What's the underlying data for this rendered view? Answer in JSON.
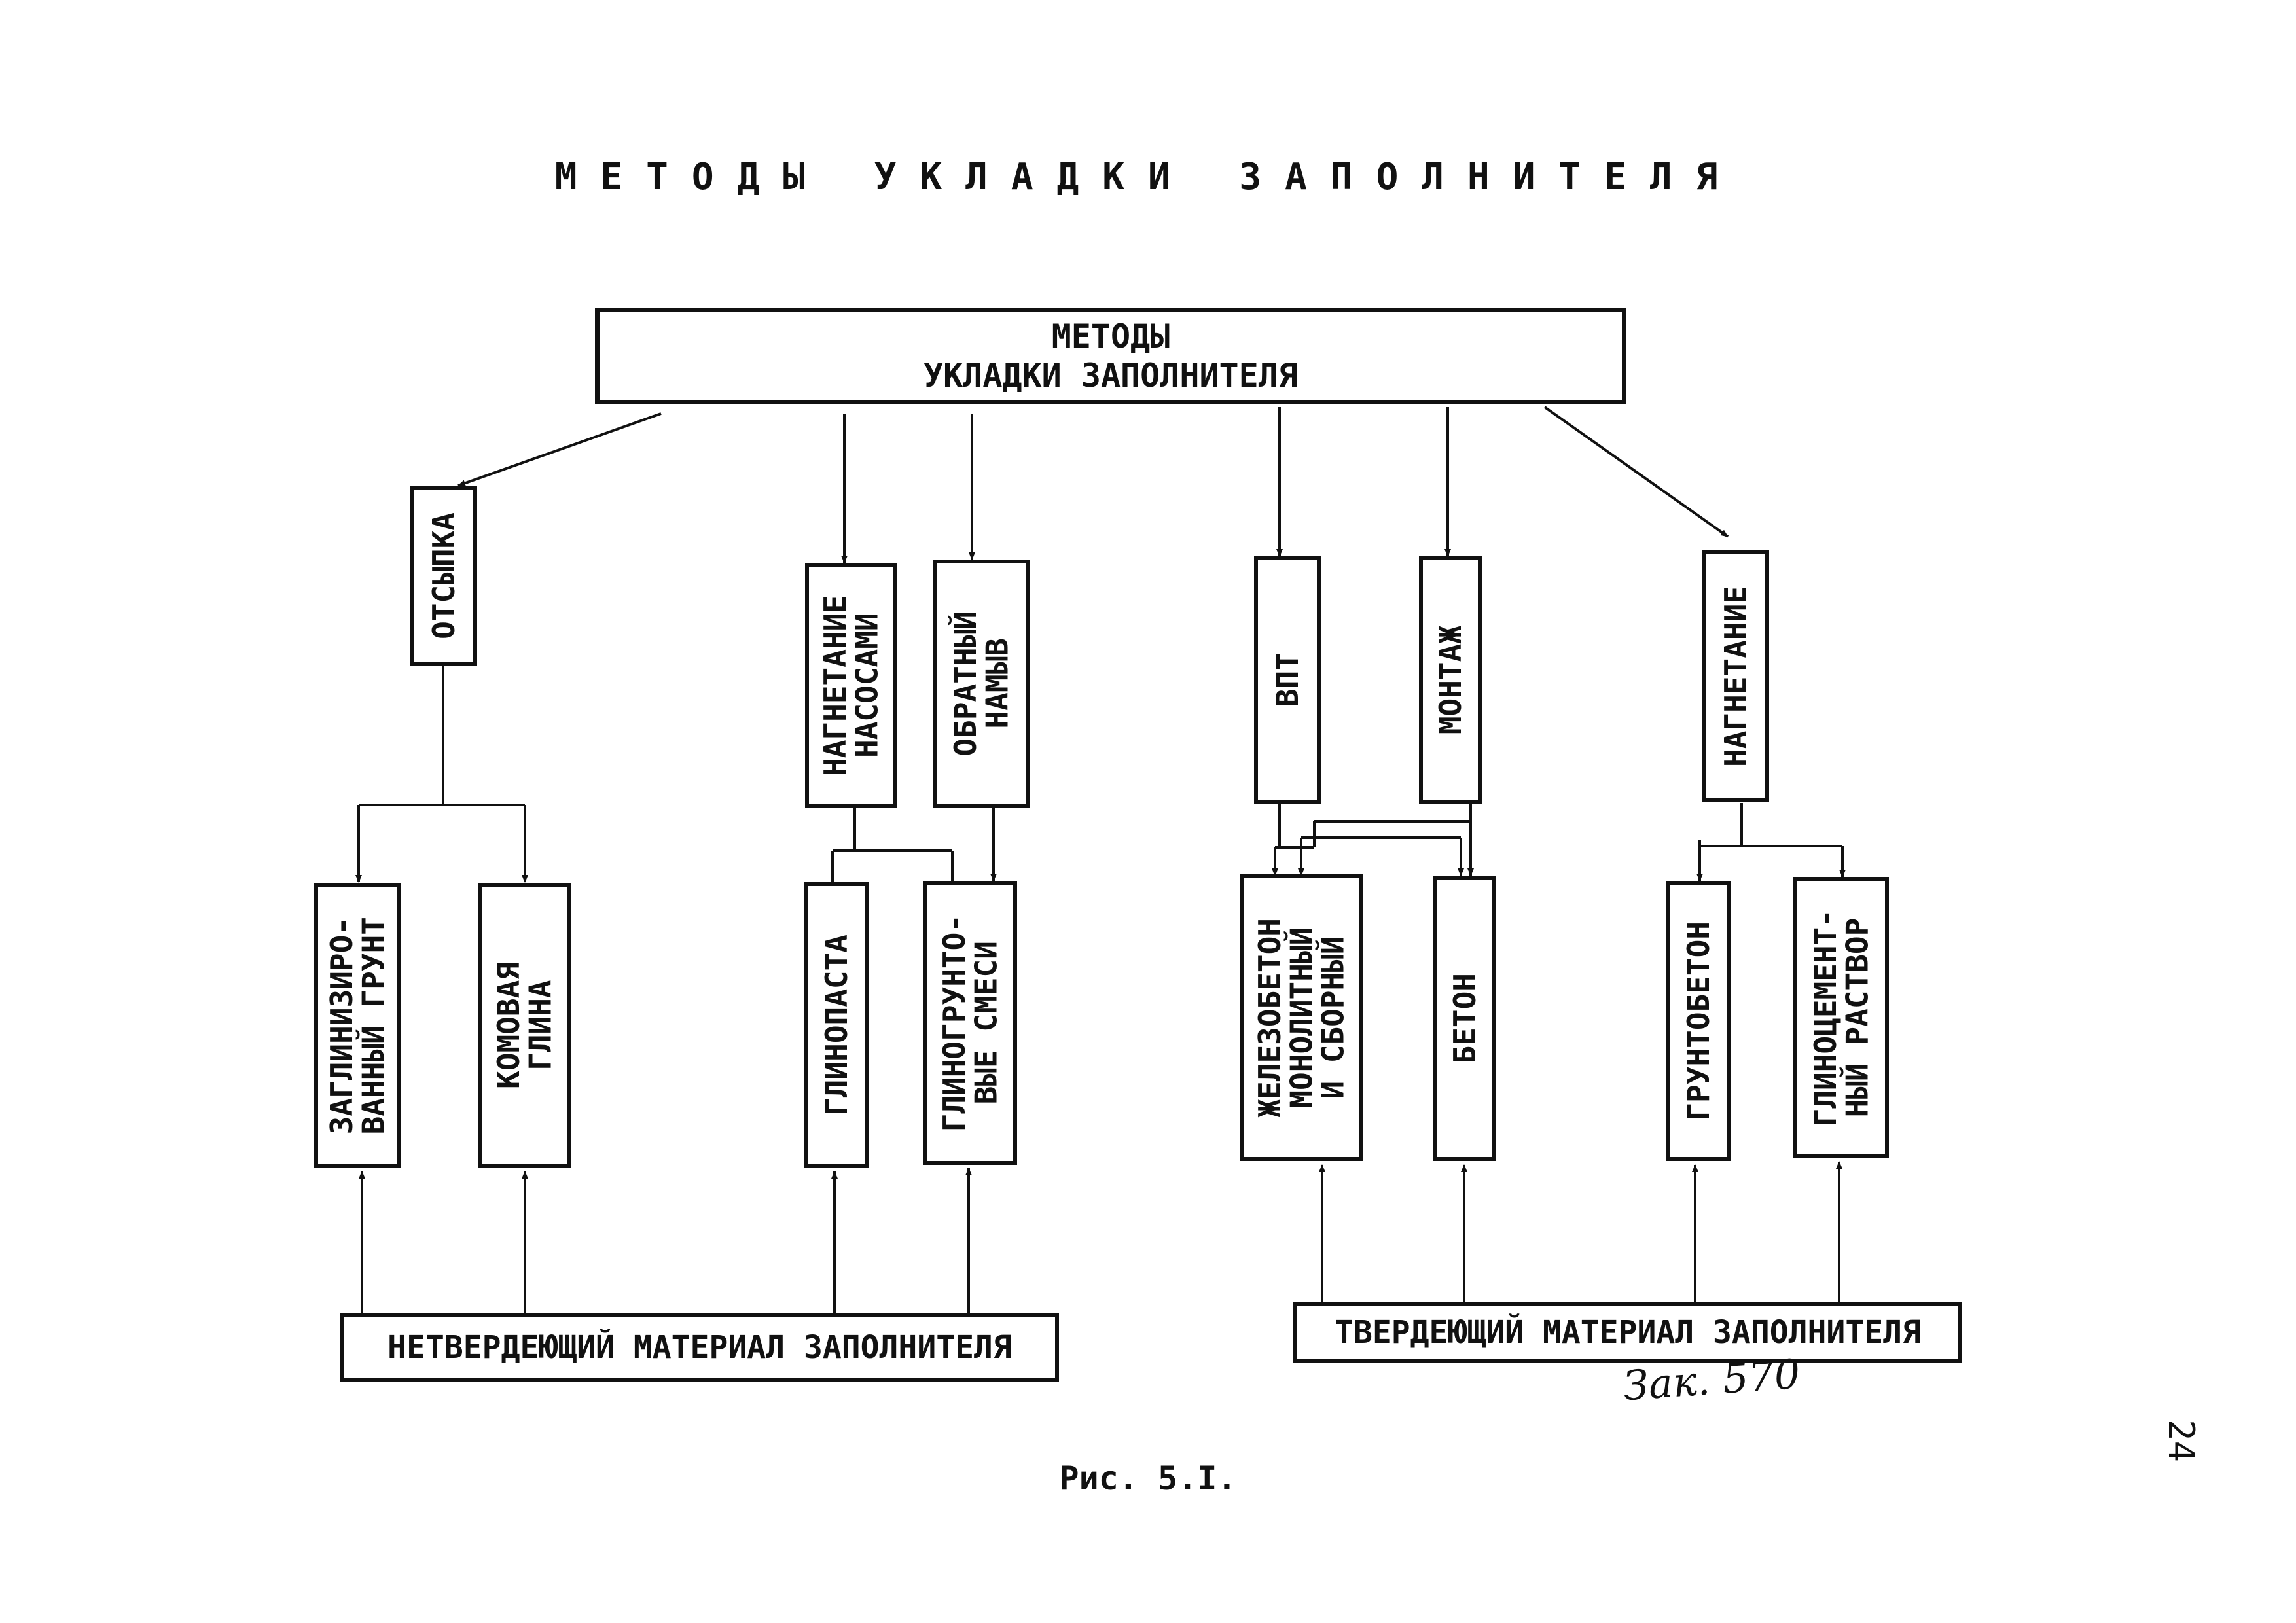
{
  "title": "МЕТОДЫ УКЛАДКИ ЗАПОЛНИТЕЛЯ",
  "root": {
    "line1": "МЕТОДЫ",
    "line2": "УКЛАДКИ ЗАПОЛНИТЕЛЯ"
  },
  "methods": {
    "otsypka": "ОТСЫПКА",
    "nagnetanie_nasosami": [
      "НАГНЕТАНИЕ",
      "НАСОСАМИ"
    ],
    "obratny_namyv": [
      "ОБРАТНЫЙ",
      "НАМЫВ"
    ],
    "vpt": "ВПТ",
    "montazh": "МОНТАЖ",
    "nagnetanie": "НАГНЕТАНИЕ"
  },
  "materials": {
    "zagr_grunt": [
      "ЗАГЛИНИЗИРО-",
      "ВАННЫЙ ГРУНТ"
    ],
    "komovaya_glina": [
      "КОМОВАЯ",
      "ГЛИНА"
    ],
    "glinopasta": "ГЛИНОПАСТА",
    "glinogrunt_smesi": [
      "ГЛИНОГРУНТО-",
      "ВЫЕ СМЕСИ"
    ],
    "zhelezobeton": [
      "ЖЕЛЕЗОБЕТОН",
      "МОНОЛИТНЫЙ",
      "И СБОРНЫЙ"
    ],
    "beton": "БЕТОН",
    "gruntobeton": "ГРУНТОБЕТОН",
    "glinocement_rastvor": [
      "ГЛИНОЦЕМЕНТ-",
      "НЫЙ РАСТВОР"
    ]
  },
  "groups": {
    "non_hardening": "НЕТВЕРДЕЮЩИЙ МАТЕРИАЛ ЗАПОЛНИТЕЛЯ",
    "hardening": "ТВЕРДЕЮЩИЙ МАТЕРИАЛ ЗАПОЛНИТЕЛЯ"
  },
  "annotation": "Зак. 570",
  "caption": "Рис. 5.I.",
  "page_number": "24"
}
